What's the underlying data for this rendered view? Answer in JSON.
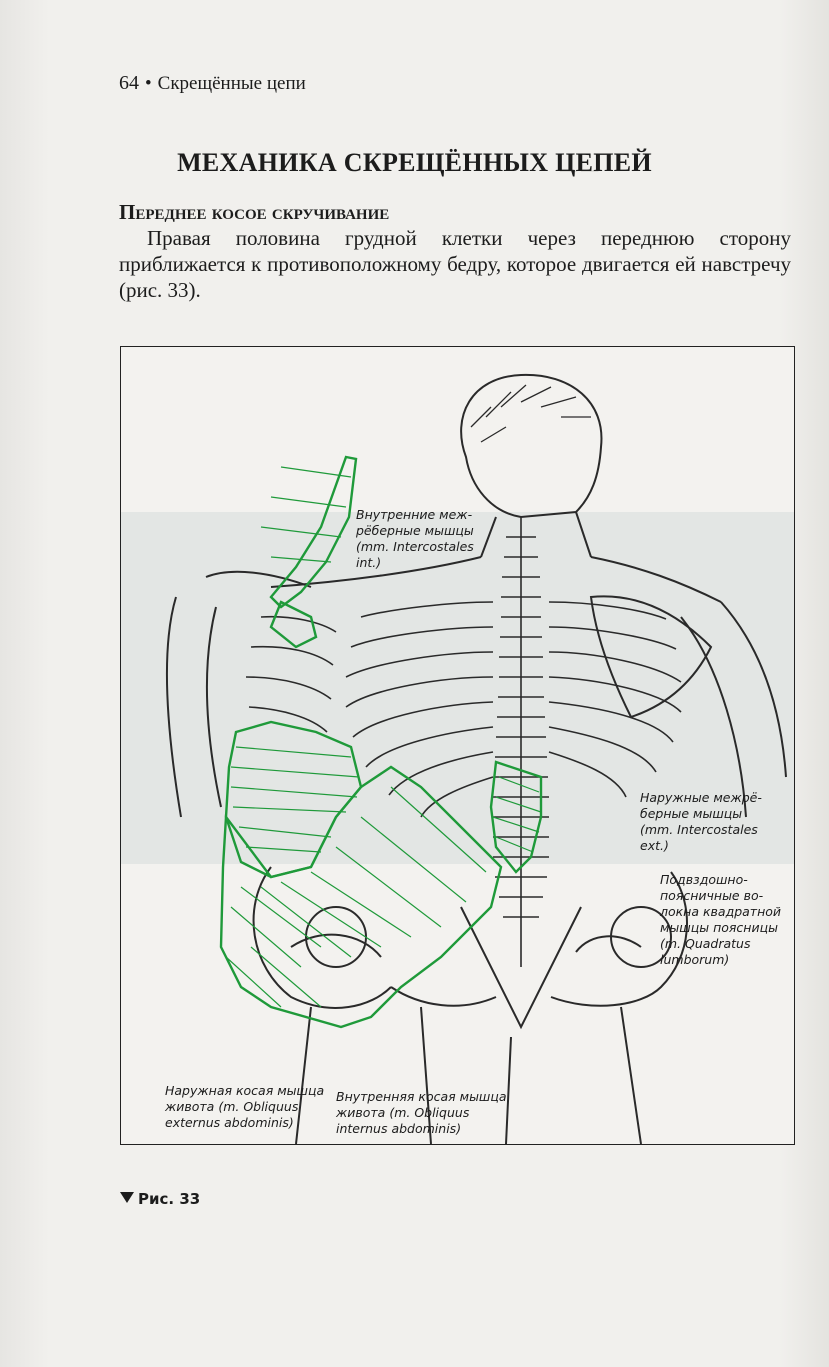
{
  "header": {
    "page_number": "64",
    "separator": "•",
    "running_title": "Скрещённые цепи"
  },
  "section_title": "МЕХАНИКА СКРЕЩЁННЫХ ЦЕПЕЙ",
  "subsection_title": "Переднее косое скручивание",
  "paragraph": "Правая половина грудной клетки через переднюю сторону приближается к противоположному бедру, которое двигается ей навстречу (рис. 33).",
  "figure": {
    "labels": {
      "intercostales_int": [
        "Внутренние меж-",
        "рёберные мышцы",
        "(mm. Intercostales",
        "int.)"
      ],
      "intercostales_ext": [
        "Наружные межрё-",
        "берные мышцы",
        "(mm. Intercostales",
        "ext.)"
      ],
      "quadratus": [
        "Подвздошно-",
        "поясничные во-",
        "локна квадратной",
        "мышцы поясницы",
        "(m. Quadratus",
        "lumborum)"
      ],
      "obliquus_ext": [
        "Наружная косая мышца",
        "живота (m. Obliquus",
        "externus abdominis)"
      ],
      "obliquus_int": [
        "Внутренняя косая мышца",
        "живота (m. Obliquus",
        "internus abdominis)"
      ]
    },
    "caption": "Рис. 33"
  },
  "colors": {
    "muscle_green": "#1f9a3a",
    "line_art": "#2a2a2a"
  }
}
